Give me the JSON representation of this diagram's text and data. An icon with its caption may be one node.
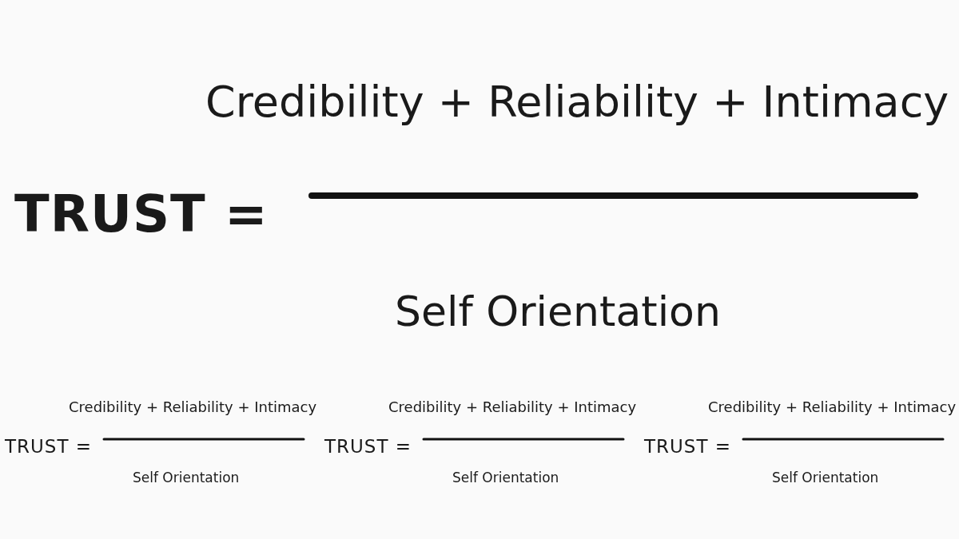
{
  "diagram": {
    "labels": [
      "Credibility + Reliability + Intimacy",
      "TRUST =",
      "Self Orientation",
      "Credibility + Reliability + Intimacy",
      "TRUST =",
      "Self Orientation",
      "Credibility + Reliability + Intimacy",
      "TRUST =",
      "Self Orientation",
      "Credibility + Reliability + Intimacy",
      "TRUST =",
      "Self Orientation"
    ]
  }
}
